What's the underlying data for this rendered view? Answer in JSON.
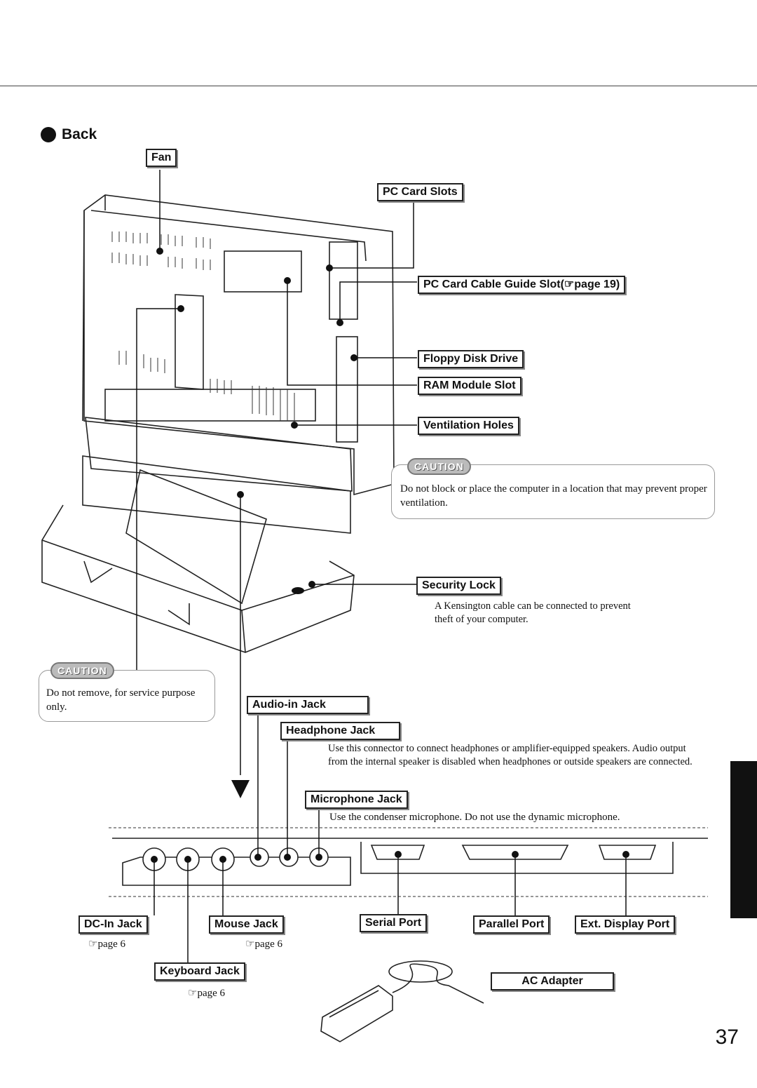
{
  "section": {
    "title": "Back"
  },
  "labels": {
    "fan": "Fan",
    "pc_card_slots": "PC Card Slots",
    "pc_card_cable_guide": "PC Card Cable Guide Slot(",
    "pc_card_cable_guide_ref": "page 19)",
    "floppy": "Floppy Disk Drive",
    "ram": "RAM Module Slot",
    "ventilation": "Ventilation Holes",
    "security": "Security Lock",
    "audio_in": "Audio-in Jack",
    "headphone": "Headphone Jack",
    "microphone": "Microphone Jack",
    "dc_in": "DC-In Jack",
    "mouse": "Mouse Jack",
    "keyboard": "Keyboard Jack",
    "serial": "Serial Port",
    "parallel": "Parallel Port",
    "ext_display": "Ext. Display Port",
    "ac_adapter": "AC Adapter"
  },
  "refs": {
    "dc_in_ref": "page 6",
    "mouse_ref": "page 6",
    "keyboard_ref": "page 6"
  },
  "descriptions": {
    "security": "A Kensington cable can be connected to prevent theft of your computer.",
    "headphone": "Use this connector to connect headphones or amplifier-equipped speakers. Audio output from the internal speaker is disabled when headphones or outside speakers are connected.",
    "microphone": "Use the condenser microphone. Do not use the dynamic microphone."
  },
  "cautions": {
    "badge": "CAUTION",
    "ventilation": "Do not block or place the computer in a location that may prevent proper ventilation.",
    "service": "Do not remove, for service purpose only."
  },
  "page_number": "37",
  "icons": {
    "reference": "reference-hand-icon"
  }
}
